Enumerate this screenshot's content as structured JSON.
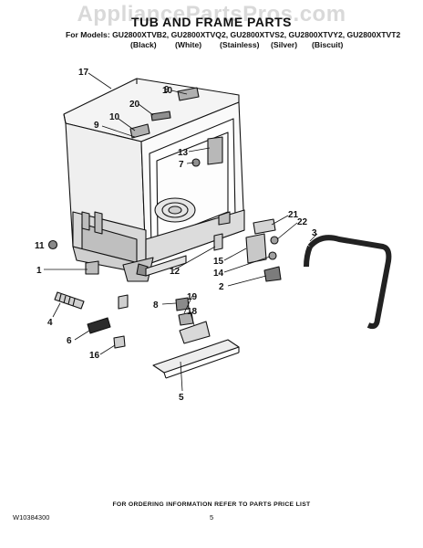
{
  "watermark": "AppliancePartsPros.com",
  "title": "TUB AND FRAME PARTS",
  "models_label": "For Models: GU2800XTVB2, GU2800XTVQ2, GU2800XTVS2, GU2800XTVY2, GU2800XTVT2",
  "colors": [
    "(Black)",
    "(White)",
    "(Stainless)",
    "(Silver)",
    "(Biscuit)"
  ],
  "callouts": [
    "17",
    "9",
    "20",
    "10",
    "9",
    "10",
    "13",
    "7",
    "21",
    "22",
    "3",
    "11",
    "1",
    "12",
    "15",
    "14",
    "2",
    "8",
    "19",
    "4",
    "18",
    "6",
    "16",
    "5"
  ],
  "footer_note": "FOR ORDERING INFORMATION REFER TO PARTS PRICE LIST",
  "doc_number": "W10384300",
  "page_number": "5"
}
